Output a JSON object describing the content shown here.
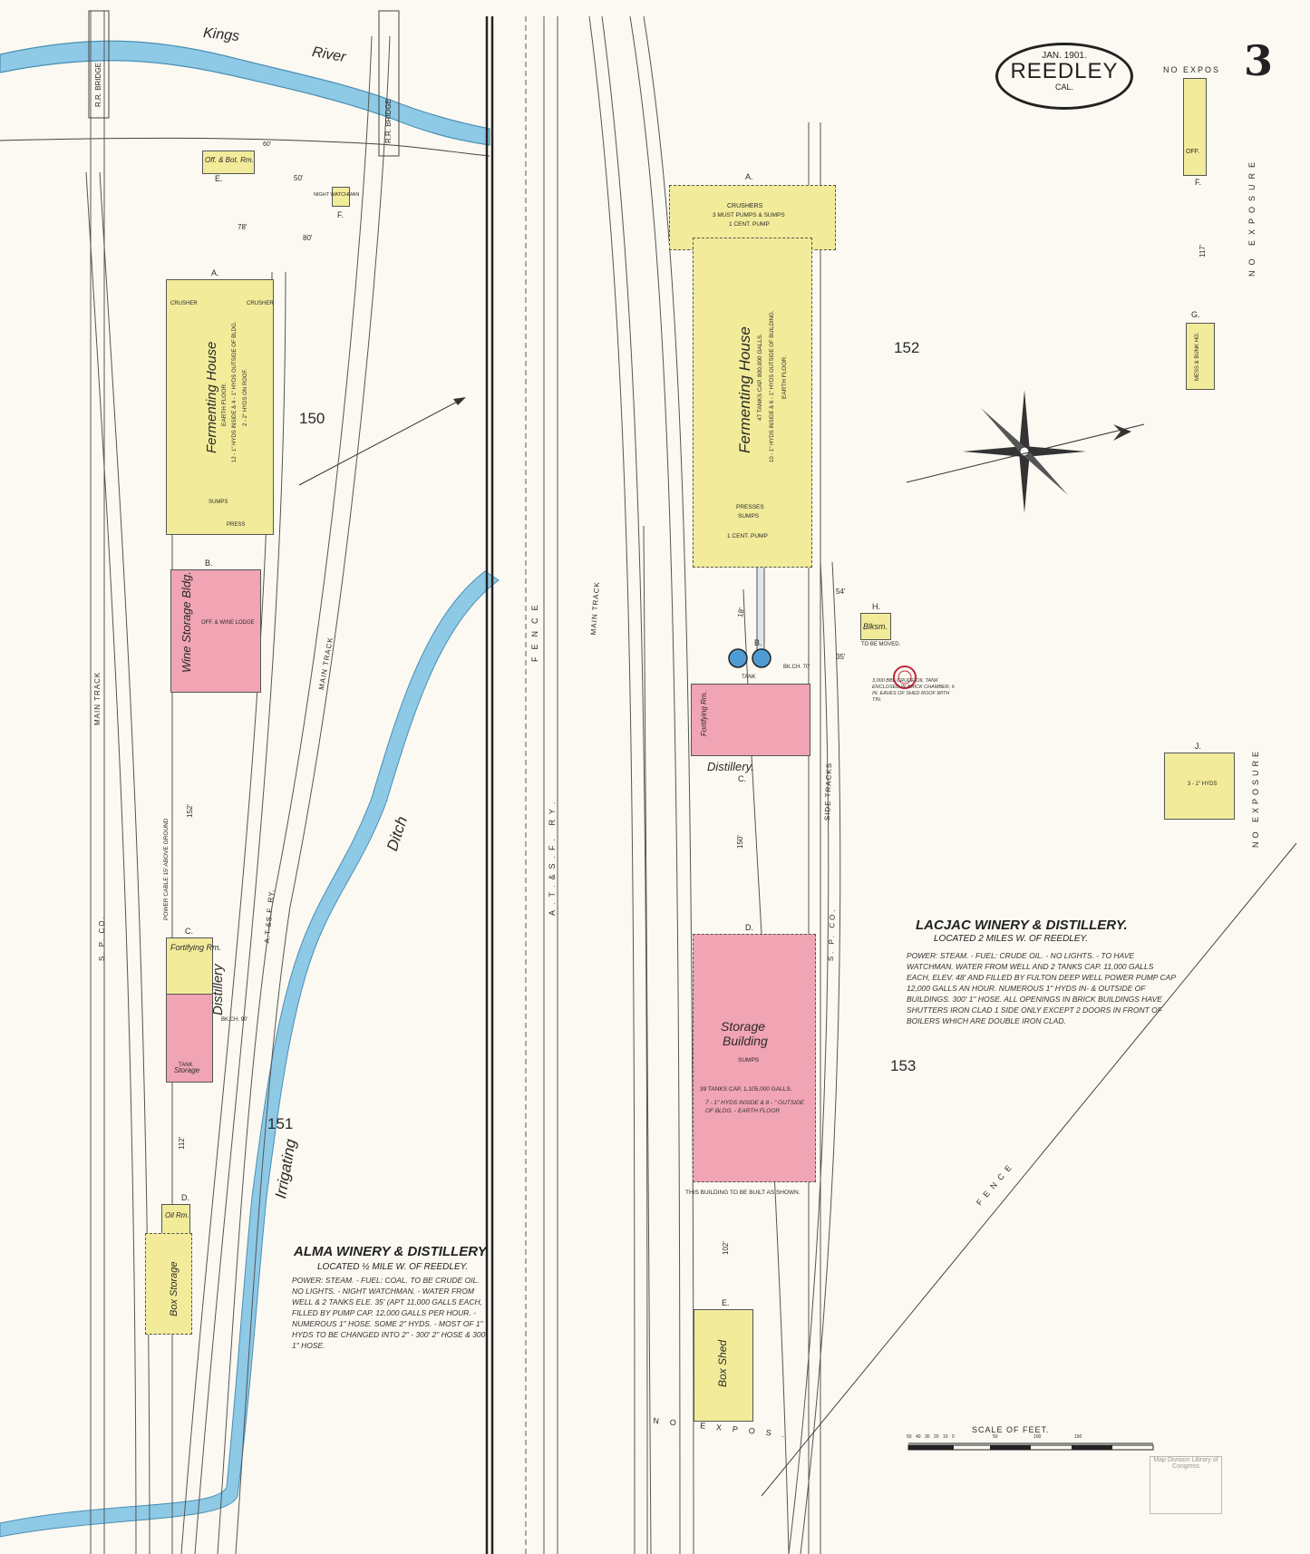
{
  "title": {
    "date": "JAN. 1901.",
    "town": "REEDLEY",
    "state": "CAL."
  },
  "sheet_number": "3",
  "no_expos_top": "NO EXPOS",
  "no_exposure_right1": "NO EXPOSURE",
  "no_exposure_right2": "NO EXPOSURE",
  "no_expos_bottom": "NO EXPOS.",
  "river": {
    "name1": "Kings",
    "name2": "River"
  },
  "bridges": {
    "left": "R.R. BRIDGE",
    "right": "R.R. BRIDGE"
  },
  "ditch": {
    "name1": "Irrigating",
    "name2": "Ditch"
  },
  "tracks": {
    "main_track_left": "MAIN TRACK",
    "sp_co_left": "S. P. CO.",
    "atsf_left": "A.T.&S.F. RY.",
    "main_track_mid": "MAIN TRACK",
    "fence_left": "FENCE",
    "atsf_mid": "A.T.&S.F. RY.",
    "main_track_right": "MAIN TRACK",
    "side_tracks": "SIDE TRACKS",
    "sp_co_right": "S. P. CO.",
    "fence_right": "FENCE",
    "power_cable": "POWER CABLE 15' ABOVE GROUND"
  },
  "block_numbers": {
    "b150": "150",
    "b151": "151",
    "b152": "152",
    "b153": "153"
  },
  "alma": {
    "title": "ALMA WINERY & DISTILLERY.",
    "located": "LOCATED ½ MILE W. OF REEDLEY.",
    "notes": "POWER: STEAM. - FUEL: COAL. TO BE CRUDE OIL. NO LIGHTS. - NIGHT WATCHMAN. - WATER FROM WELL & 2 TANKS ELE. 35' (APT 11,000 GALLS EACH, FILLED BY PUMP CAP. 12,000 GALLS PER HOUR. - NUMEROUS 1\" HOSE. SOME 2\" HYDS. - MOST OF 1\" HYDS TO BE CHANGED INTO 2\" - 300' 2\" HOSE & 300' 1\" HOSE.",
    "buildings": {
      "a_letter": "A.",
      "a_name": "Fermenting House",
      "a_sub": "EARTH FLOOR.",
      "a_hyds": "12 - 1\" HYDS INSIDE & 4 - 1\" HYDS OUTSIDE OF BLDG.",
      "a_hose": "2 - 2\" HYDS ON ROOF.",
      "crusher_l": "CRUSHER",
      "crusher_r": "CRUSHER",
      "sumps": "SUMPS",
      "press": "PRESS",
      "b_letter": "B.",
      "b_name": "Wine Storage Bldg.",
      "b_office": "OFF. & WINE LODGE",
      "c_letter": "C.",
      "c_fort": "Fortifying Rm.",
      "c_name": "Distillery",
      "c_tank": "TANK",
      "c_chimney": "BK.CH. 90'",
      "c_storage": "Storage",
      "d_letter": "D.",
      "d_oil": "Oil Rm.",
      "d_name": "Box Storage",
      "e_letter": "E.",
      "e_name": "Off. & Bot. Rm.",
      "f_letter": "F.",
      "f_name": "NIGHT WATCHMAN"
    },
    "distances": {
      "d1": "78'",
      "d2": "80'",
      "d3": "50'",
      "d4": "152'",
      "d5": "112'",
      "d6": "60'"
    }
  },
  "lacjac": {
    "title": "LACJAC WINERY & DISTILLERY.",
    "located": "LOCATED 2 MILES W. OF REEDLEY.",
    "notes": "POWER: STEAM. - FUEL: CRUDE OIL. - NO LIGHTS. - TO HAVE WATCHMAN. WATER FROM WELL AND 2 TANKS CAP. 11,000 GALLS EACH, ELEV. 48' AND FILLED BY FULTON DEEP WELL POWER PUMP CAP 12,000 GALLS AN HOUR. NUMEROUS 1\" HYDS IN- & OUTSIDE OF BUILDINGS. 300' 1\" HOSE. ALL OPENINGS IN BRICK BUILDINGS HAVE SHUTTERS IRON CLAD 1 SIDE ONLY EXCEPT 2 DOORS IN FRONT OF BOILERS WHICH ARE DOUBLE IRON CLAD.",
    "buildings": {
      "a_letter": "A.",
      "a_crushers": "CRUSHERS",
      "a_must": "3 MUST PUMPS & SUMPS",
      "a_pump": "1 CENT. PUMP",
      "a_name": "Fermenting House",
      "a_tanks": "47 TANKS CAP. 800,000 GALLS.",
      "a_hyds": "10 - 1\" HYDS INSIDE & 6 - 1\" HYDS OUTSIDE OF BUILDING.",
      "a_floor": "EARTH FLOOR.",
      "a_press": "PRESSES",
      "a_sumps": "SUMPS",
      "a_pump2": "1 CENT. PUMP",
      "b_letter": "B.",
      "b_tank": "TANK",
      "c_letter": "C.",
      "c_name": "Distillery.",
      "c_fort": "Fortifying Rm.",
      "c_chimney": "BK.CH. 70'",
      "d_letter": "D.",
      "d_name1": "Storage",
      "d_name2": "Building",
      "d_sumps": "SUMPS",
      "d_tanks": "39 TANKS CAP. 1,105,000 GALLS.",
      "d_hyds": "7 - 1\" HYDS INSIDE & 8 - \" OUTSIDE OF BLDG. - EARTH FLOOR",
      "d_note": "THIS BUILDING TO BE BUILT AS SHOWN.",
      "e_letter": "E.",
      "e_name": "Box Shed",
      "f_letter": "F.",
      "f_off": "OFF.",
      "g_letter": "G.",
      "g_name": "MESS & BUNK HO.",
      "h_letter": "H.",
      "h_name": "Blksm.",
      "h_note": "TO BE MOVED.",
      "j_letter": "J.",
      "j_note": "3 - 1\" HYDS",
      "oil_tank": "3,000 BBL CRUDE OIL TANK ENCLOSED IN BRICK CHAMBER, 6 IN. EAVES OF SHED ROOF WITH TIN."
    },
    "distances": {
      "d1": "18'",
      "d2": "150'",
      "d3": "102'",
      "d4": "35'",
      "d5": "54'",
      "d6": "117'"
    }
  },
  "scale": {
    "label": "SCALE OF FEET.",
    "ticks": [
      "50",
      "40",
      "30",
      "20",
      "10",
      "0",
      "50",
      "100",
      "150"
    ]
  },
  "stamp": "Map Division Library of Congress",
  "colors": {
    "adobe_yellow": "#f2eb9a",
    "brick_pink": "#f0a4b4",
    "water_blue": "#8ec9e6",
    "paper": "#fbf9f1",
    "ink": "#222222"
  }
}
